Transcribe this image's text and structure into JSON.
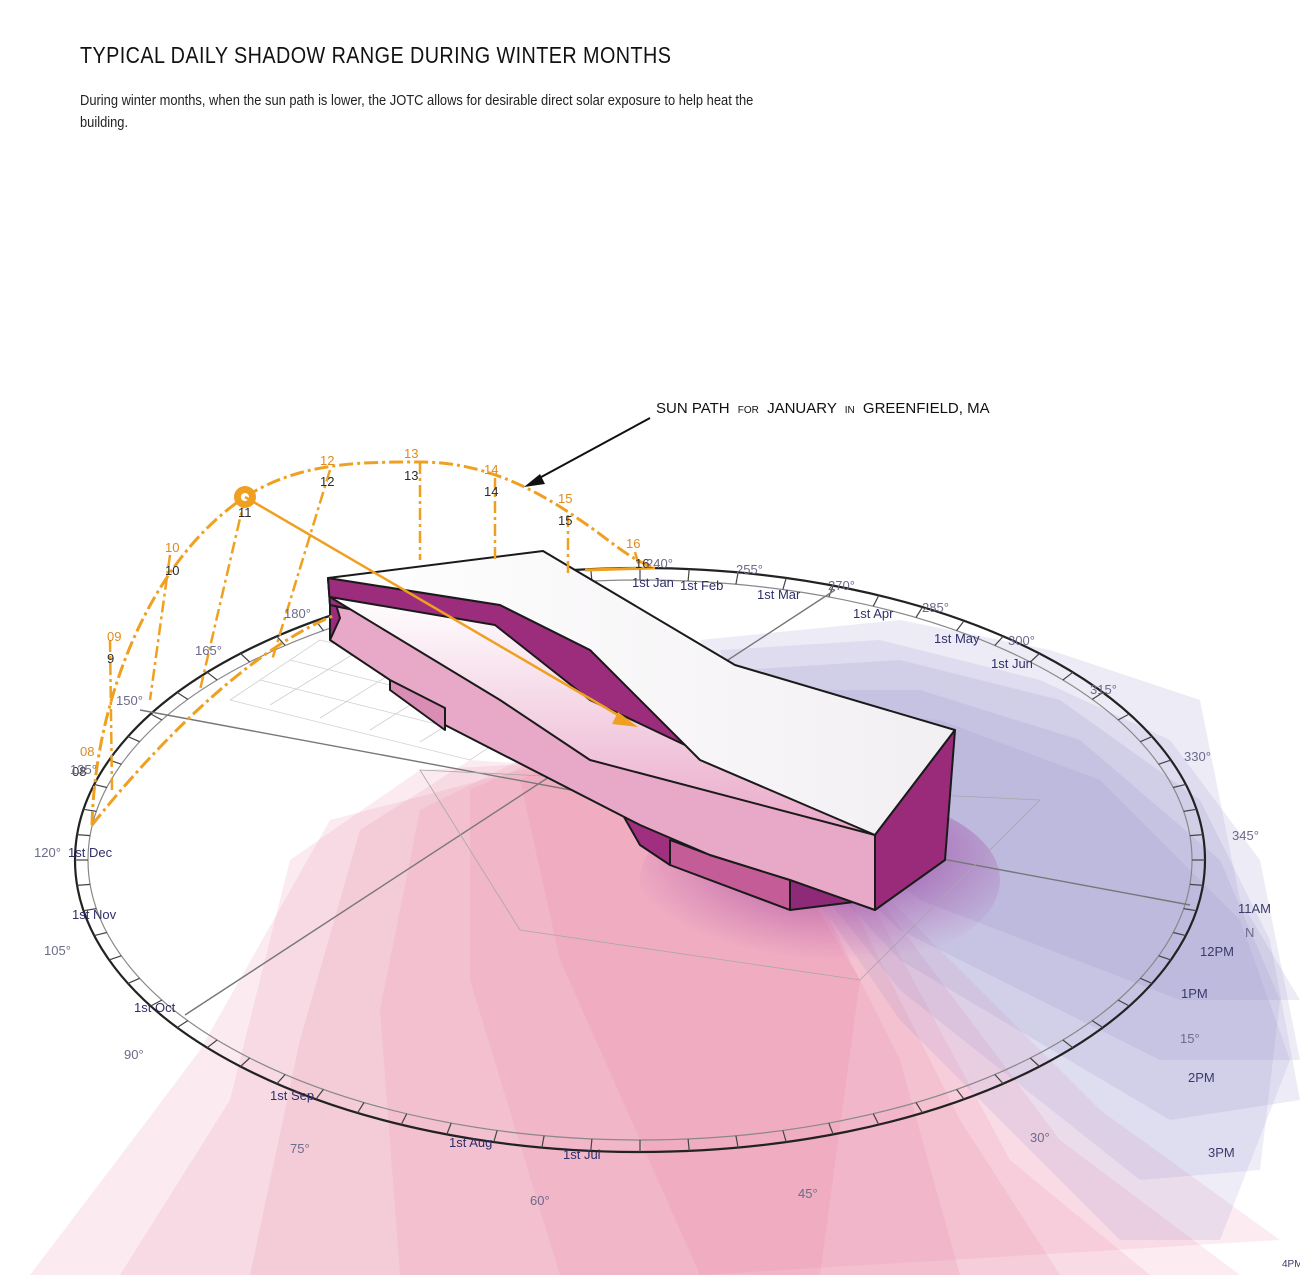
{
  "title": "TYPICAL DAILY SHADOW RANGE DURING WINTER MONTHS",
  "description": "During winter months, when the sun path is lower, the JOTC allows for desirable direct solar exposure to help heat the building.",
  "callout": {
    "part1": "SUN PATH",
    "part2": "FOR",
    "part3": "JANUARY",
    "part4": "IN",
    "part5": "GREENFIELD, MA"
  },
  "colors": {
    "sun_path": "#f0a020",
    "building_side": "#e8a0c0",
    "building_dark": "#9a2a7a",
    "shadow_pink": "#e88aa8",
    "shadow_purple": "#8080c0"
  },
  "degree_labels": [
    "240°",
    "255°",
    "270°",
    "285°",
    "300°",
    "315°",
    "330°",
    "345°",
    "180°",
    "165°",
    "150°",
    "135°",
    "120°",
    "105°",
    "90°",
    "75°",
    "60°",
    "45°",
    "30°",
    "15°",
    "N"
  ],
  "month_labels": [
    "1st Jan",
    "1st Feb",
    "1st Mar",
    "1st Apr",
    "1st May",
    "1st Jun",
    "1st Jul",
    "1st Aug",
    "1st Sep",
    "1st Oct",
    "1st Nov",
    "1st Dec"
  ],
  "hour_labels_black": [
    "08",
    "9",
    "10",
    "11",
    "12",
    "13",
    "14",
    "15",
    "16"
  ],
  "hour_labels_orange": [
    "08",
    "09",
    "10",
    "12",
    "13",
    "14",
    "15",
    "16"
  ],
  "time_labels": [
    "11AM",
    "12PM",
    "1PM",
    "2PM",
    "3PM",
    "4PM"
  ]
}
